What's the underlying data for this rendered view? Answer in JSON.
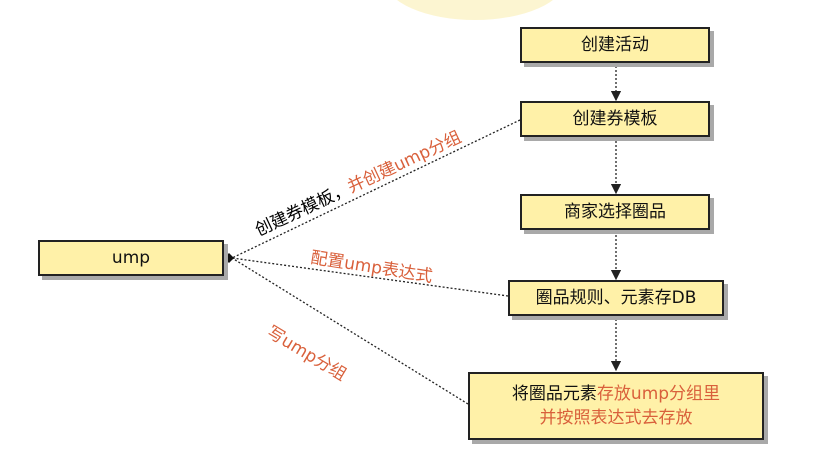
{
  "nodes": {
    "ump": "ump",
    "create_activity": "创建活动",
    "create_coupon_template": "创建券模板",
    "merchant_select": "商家选择圈品",
    "rules_to_db": "圈品规则、元素存DB",
    "store_line1_black": "将圈品元素",
    "store_line1_orange": "存放ump分组里",
    "store_line2": "并按照表达式去存放"
  },
  "edge_labels": {
    "top_black": "创建券模板，",
    "top_orange": "并创建ump分组",
    "middle": "配置ump表达式",
    "bottom": "写ump分组"
  },
  "colors": {
    "box_fill": "#fff1a8",
    "accent_text": "#d9603b"
  }
}
